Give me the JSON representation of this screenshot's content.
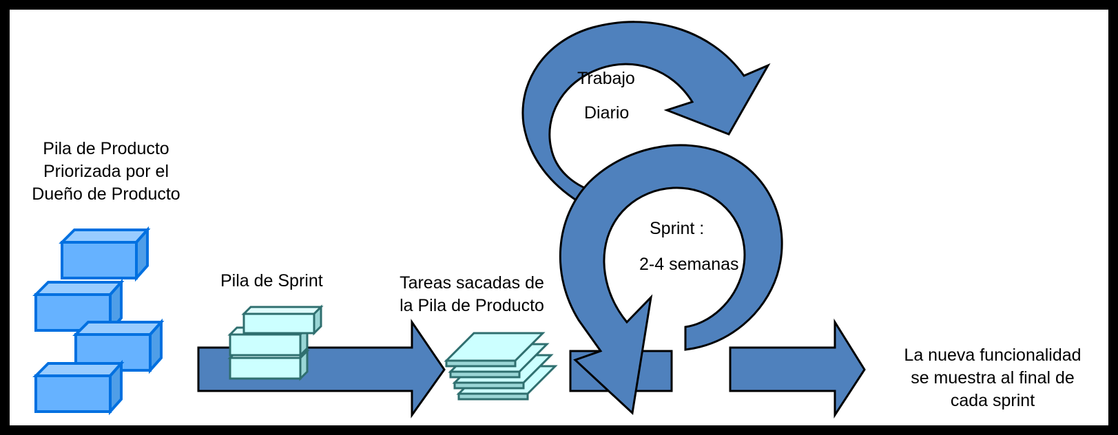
{
  "backlog": {
    "label_lines": [
      "Pila de Producto",
      "Priorizada por el",
      "Dueño de Producto"
    ],
    "icon": "stacked-blue-boxes-icon"
  },
  "sprint_backlog": {
    "label": "Pila de Sprint",
    "icon": "stacked-teal-boxes-icon"
  },
  "tasks": {
    "label_lines": [
      "Tareas sacadas de",
      "la Pila de Producto"
    ],
    "icon": "stacked-sheets-icon"
  },
  "daily_cycle": {
    "label_lines": [
      "Trabajo",
      "Diario"
    ]
  },
  "sprint_cycle": {
    "label_lines": [
      "Sprint :",
      "2-4 semanas"
    ]
  },
  "output": {
    "label_lines": [
      "La nueva funcionalidad",
      "se muestra al final de",
      "cada sprint"
    ]
  },
  "colors": {
    "arrow_fill": "#4f81bd",
    "arrow_stroke": "#000000",
    "box_blue_fill": "#66b2ff",
    "box_blue_stroke": "#0070e0",
    "box_teal_fill": "#ccffff",
    "box_teal_stroke": "#2f6f6f"
  }
}
